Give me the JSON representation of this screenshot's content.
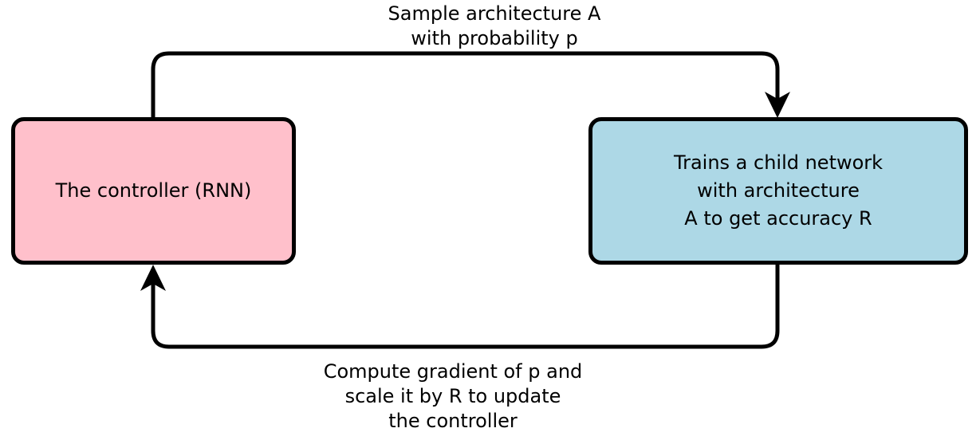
{
  "diagram": {
    "background_color": "#ffffff",
    "line_color": "#000000",
    "top_arrow_label": "Sample architecture A\nwith probability p",
    "bottom_arrow_label": "Compute gradient of p and\nscale it by R to update\nthe controller",
    "controller_box": {
      "label": "The controller (RNN)",
      "fill": "#ffc0cb",
      "border_color": "#000000"
    },
    "child_network_box": {
      "label": "Trains a child network\nwith architecture\nA to get accuracy R",
      "fill": "#add8e6",
      "border_color": "#000000"
    }
  }
}
